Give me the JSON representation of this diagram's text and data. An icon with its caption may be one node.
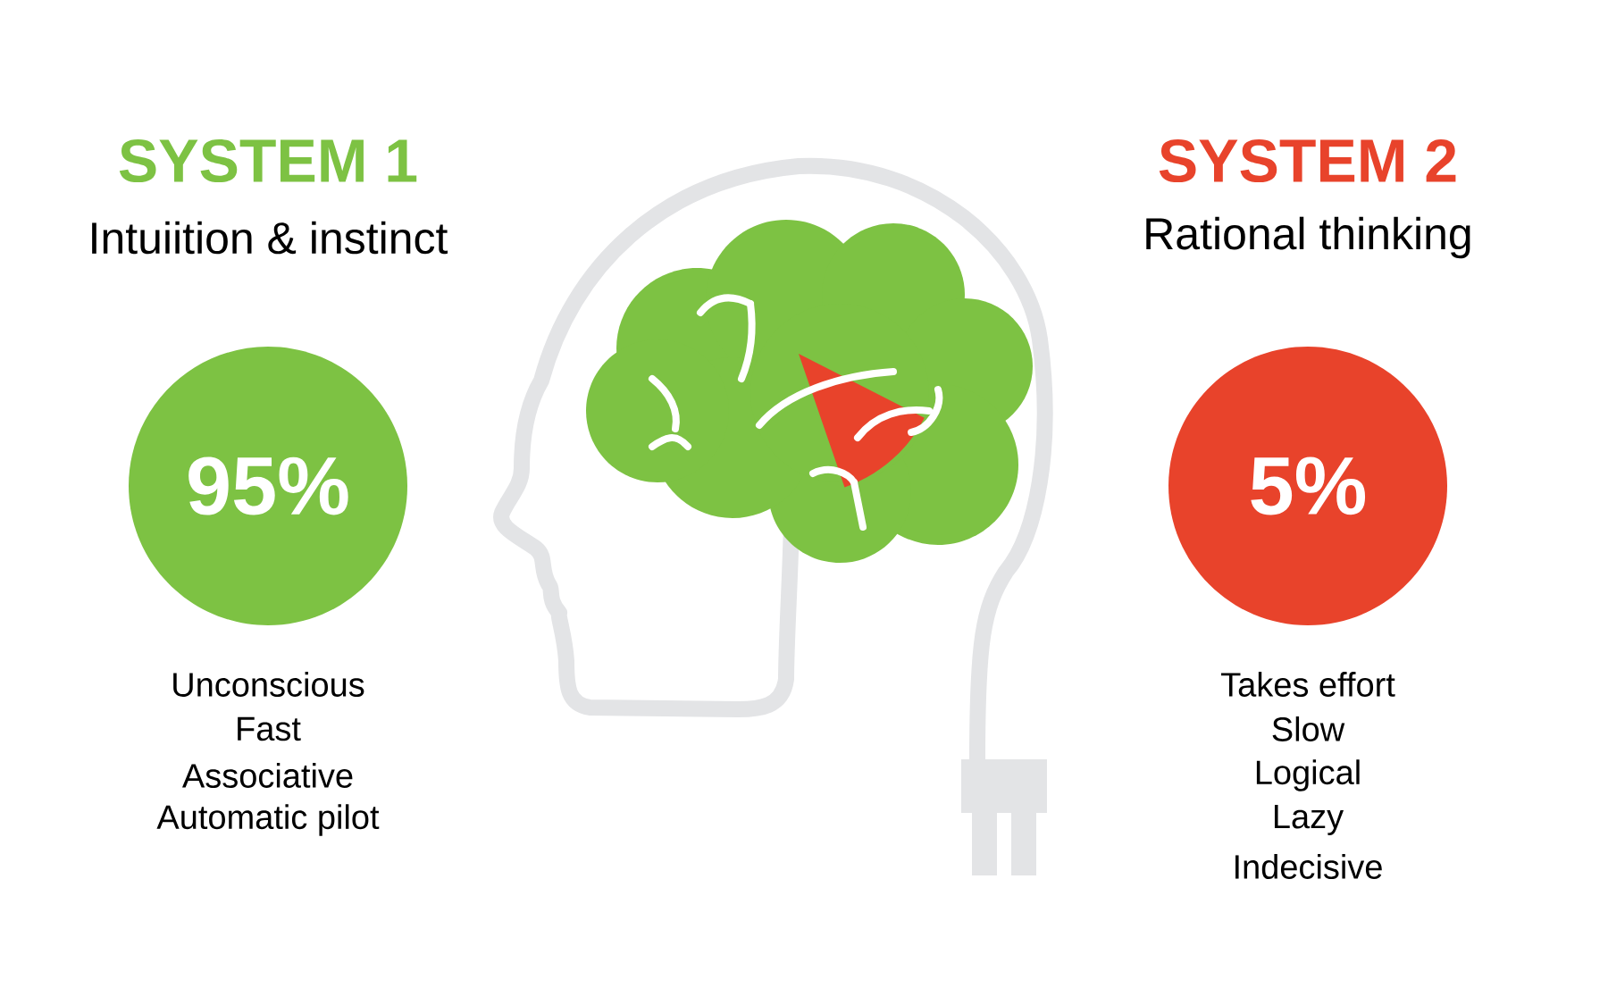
{
  "diagram": {
    "nodes": [
      {
        "text": [
          "95%"
        ],
        "beside": [
          "Unconscious",
          "Fast",
          "Associative",
          "Automatic pilot"
        ]
      },
      {
        "text": [
          "5%"
        ],
        "beside": [
          "Takes effort",
          "Slow",
          "Logical",
          "Lazy",
          "Indecisive"
        ]
      }
    ],
    "edges": [],
    "labels": [
      "SYSTEM 1",
      "Intuiition & instinct",
      "SYSTEM 2",
      "Rational thinking"
    ]
  }
}
